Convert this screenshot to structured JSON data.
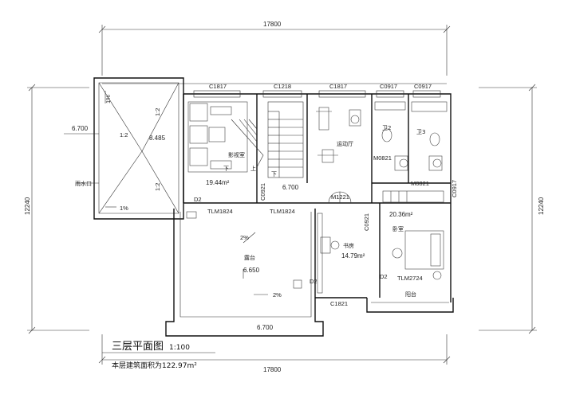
{
  "dimensions": {
    "overall_width_top": "17800",
    "overall_width_bottom": "17800",
    "overall_depth_left": "12240",
    "overall_depth_right": "12240",
    "level_roof_left": "6.700",
    "level_stair": "6.700",
    "level_bottom": "6.700",
    "level_ridge": "8.485",
    "terrace_level": "6.650"
  },
  "openings": {
    "c1817_a": "C1817",
    "c1218": "C1218",
    "c1817_b": "C1817",
    "c0917_a": "C0917",
    "c0917_b": "C0917",
    "c0917_side": "C0917",
    "m0821_a": "M0821",
    "m0821_b": "M0821",
    "m1221": "M1221",
    "c0921_a": "C0921",
    "c0921_b": "C0921",
    "tlm1824_a": "TLM1824",
    "tlm1824_b": "TLM1824",
    "tlm2724": "TLM2724",
    "c1821": "C1821",
    "d2_a": "D2",
    "d2_b": "D2",
    "d2_c": "D2"
  },
  "rooms": {
    "lounge": "影视室",
    "lounge_area": "19.44m²",
    "gym": "运动厅",
    "bath2": "卫2",
    "bath3": "卫3",
    "bedroom": "卧室",
    "bedroom_area": "20.36m²",
    "study": "书房",
    "study_area": "14.79m²",
    "terrace": "露台",
    "balcony": "阳台",
    "rain": "雨水口",
    "stair_up": "上",
    "stair_down": "下",
    "stair_down2": "下"
  },
  "slopes": {
    "roof_1": "1:2",
    "roof_2": "1:2",
    "roof_3": "1:2",
    "pct_1": "1%",
    "pct_2": "1%",
    "pct_3": "2%",
    "pct_4": "2%"
  },
  "title": {
    "name": "三层平面图",
    "scale": "1:100",
    "area_note": "本层建筑面积为122.97m²"
  }
}
